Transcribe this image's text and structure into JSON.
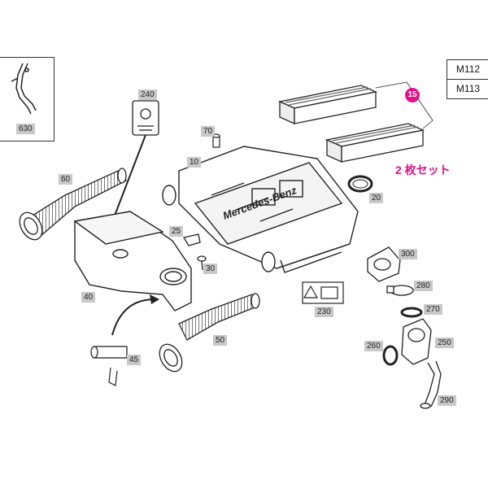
{
  "models": [
    "M112",
    "M113"
  ],
  "callout": "15",
  "note": "2 枚セット",
  "engraving": "Mercedes-Benz",
  "tags": {
    "p630": "630",
    "p240": "240",
    "p70": "70",
    "p10": "10",
    "p60": "60",
    "p25": "25",
    "p30": "30",
    "p40": "40",
    "p45": "45",
    "p50": "50",
    "p230": "230",
    "p20": "20",
    "p300": "300",
    "p280": "280",
    "p270": "270",
    "p260": "260",
    "p250": "250",
    "p290": "290"
  }
}
